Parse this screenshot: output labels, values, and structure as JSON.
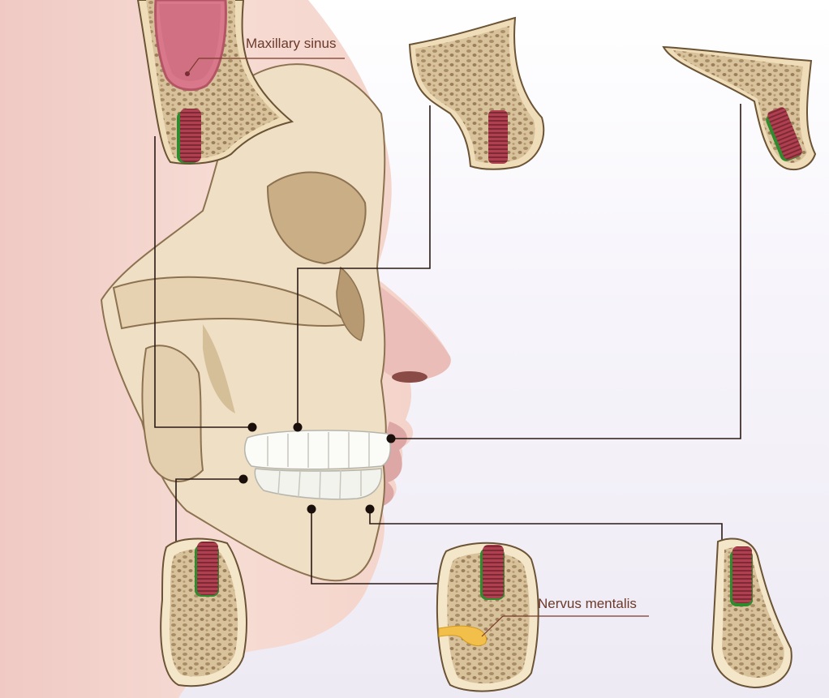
{
  "labels": {
    "maxillary_sinus": "Maxillary sinus",
    "nervus_mentalis": "Nervus mentalis"
  },
  "colors": {
    "background": "#ffffff",
    "skin": "#f3d6cf",
    "bone": "#e8d6b3",
    "cancellous_bone": "#d9c29a",
    "sinus": "#d8788a",
    "implant": "#a63a4a",
    "graft": "#2e8b2e",
    "nerve": "#f2c04a",
    "leader_line": "#2a1a14",
    "label_text": "#6b3a2a"
  },
  "icons": [
    "skull-illustration",
    "bone-cross-section",
    "dental-implant-icon",
    "nerve-icon"
  ]
}
